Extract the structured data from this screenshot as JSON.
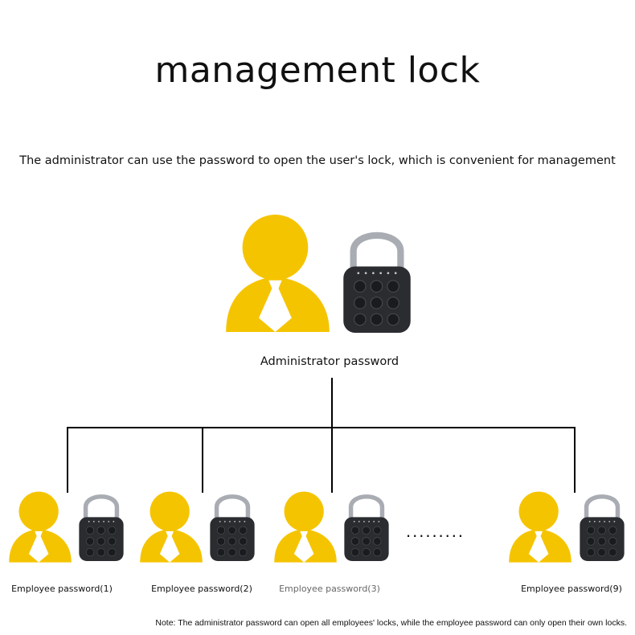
{
  "title": "management lock",
  "subtitle": "The administrator can use the password to open the user's lock, which is convenient for management",
  "admin": {
    "label": "Administrator password"
  },
  "employees": [
    {
      "label": "Employee password(1)"
    },
    {
      "label": "Employee password(2)"
    },
    {
      "label": "Employee password(3)"
    },
    {
      "label": "Employee password(9)"
    }
  ],
  "ellipsis": ".........",
  "note": "Note: The administrator password can open all employees' locks, while the employee password can only open their own locks.",
  "colors": {
    "person": "#F5C400",
    "lock": "#2a2c30",
    "line": "#000000"
  }
}
